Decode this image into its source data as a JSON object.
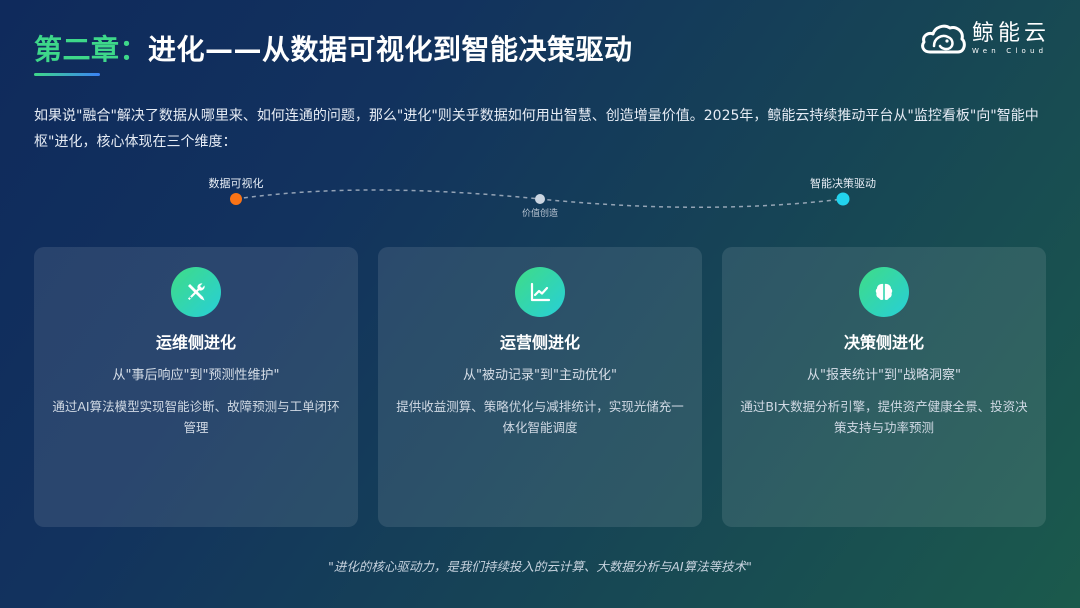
{
  "header": {
    "chapter": "第二章：",
    "title": "进化——从数据可视化到智能决策驱动"
  },
  "logo": {
    "icon": "cloud-whale-icon",
    "name_cn": "鲸能云",
    "name_en": "Wen Cloud"
  },
  "intro": "如果说\"融合\"解决了数据从哪里来、如何连通的问题，那么\"进化\"则关乎数据如何用出智慧、创造增量价值。2025年，鲸能云持续推动平台从\"监控看板\"向\"智能中枢\"进化，核心体现在三个维度：",
  "timeline": {
    "start": {
      "label": "数据可视化",
      "color": "#f97316"
    },
    "middle": {
      "label": "价值创造",
      "color": "#cbd5e1"
    },
    "end": {
      "label": "智能决策驱动",
      "color": "#22d3ee"
    }
  },
  "cards": [
    {
      "icon": "tools-wrench-screwdriver-icon",
      "title": "运维侧进化",
      "subtitle": "从\"事后响应\"到\"预测性维护\"",
      "description": "通过AI算法模型实现智能诊断、故障预测与工单闭环管理"
    },
    {
      "icon": "line-chart-icon",
      "title": "运营侧进化",
      "subtitle": "从\"被动记录\"到\"主动优化\"",
      "description": "提供收益测算、策略优化与减排统计，实现光储充一体化智能调度"
    },
    {
      "icon": "brain-icon",
      "title": "决策侧进化",
      "subtitle": "从\"报表统计\"到\"战略洞察\"",
      "description": "通过BI大数据分析引擎，提供资产健康全景、投资决策支持与功率预测"
    }
  ],
  "quote": "\"进化的核心驱动力，是我们持续投入的云计算、大数据分析与AI算法等技术\"",
  "colors": {
    "accent_green": "#3ed88a",
    "accent_blue": "#3b82f6",
    "icon_gradient_start": "#3fdc86",
    "icon_gradient_end": "#27cfd8"
  }
}
